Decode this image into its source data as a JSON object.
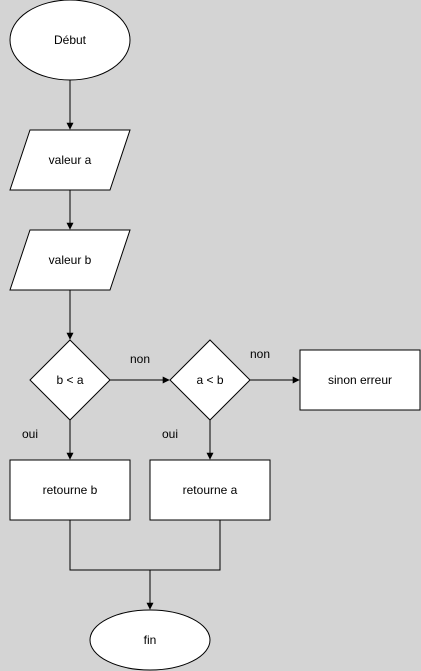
{
  "colors": {
    "background": "#d4d4d4",
    "shape_fill": "#ffffff",
    "stroke": "#000000"
  },
  "nodes": {
    "start": "Début",
    "input_a": "valeur a",
    "input_b": "valeur b",
    "decision_b_lt_a": "b < a",
    "decision_a_lt_b": "a < b",
    "return_b": "retourne b",
    "return_a": "retourne a",
    "error": "sinon erreur",
    "end": "fin"
  },
  "edges": {
    "yes_1": "oui",
    "no_1": "non",
    "yes_2": "oui",
    "no_2": "non"
  }
}
